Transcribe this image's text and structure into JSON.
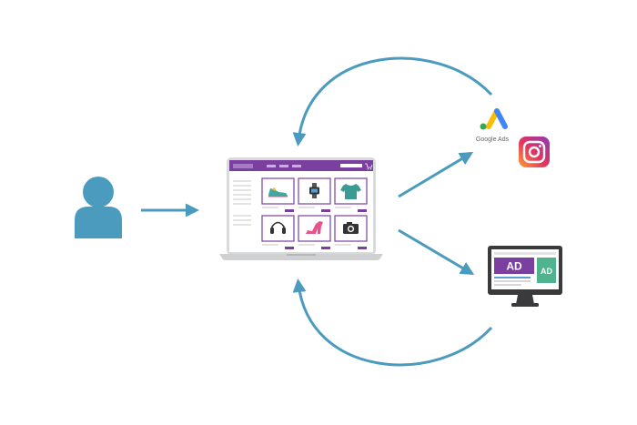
{
  "google_ads": {
    "label": "Google Ads",
    "icon": "google-ads-icon"
  },
  "instagram": {
    "icon": "instagram-icon"
  },
  "monitor": {
    "ad_label_main": "AD",
    "ad_label_side": "AD"
  },
  "storefront": {
    "products": [
      {
        "icon": "sneaker-icon"
      },
      {
        "icon": "smartwatch-icon"
      },
      {
        "icon": "tshirt-icon"
      },
      {
        "icon": "headphones-icon"
      },
      {
        "icon": "high-heel-icon"
      },
      {
        "icon": "camera-icon"
      }
    ]
  },
  "colors": {
    "arrow": "#4b9bbf",
    "user": "#4b9bbf",
    "brand_purple": "#7b3fa0",
    "ad_green": "#4fb38f"
  }
}
